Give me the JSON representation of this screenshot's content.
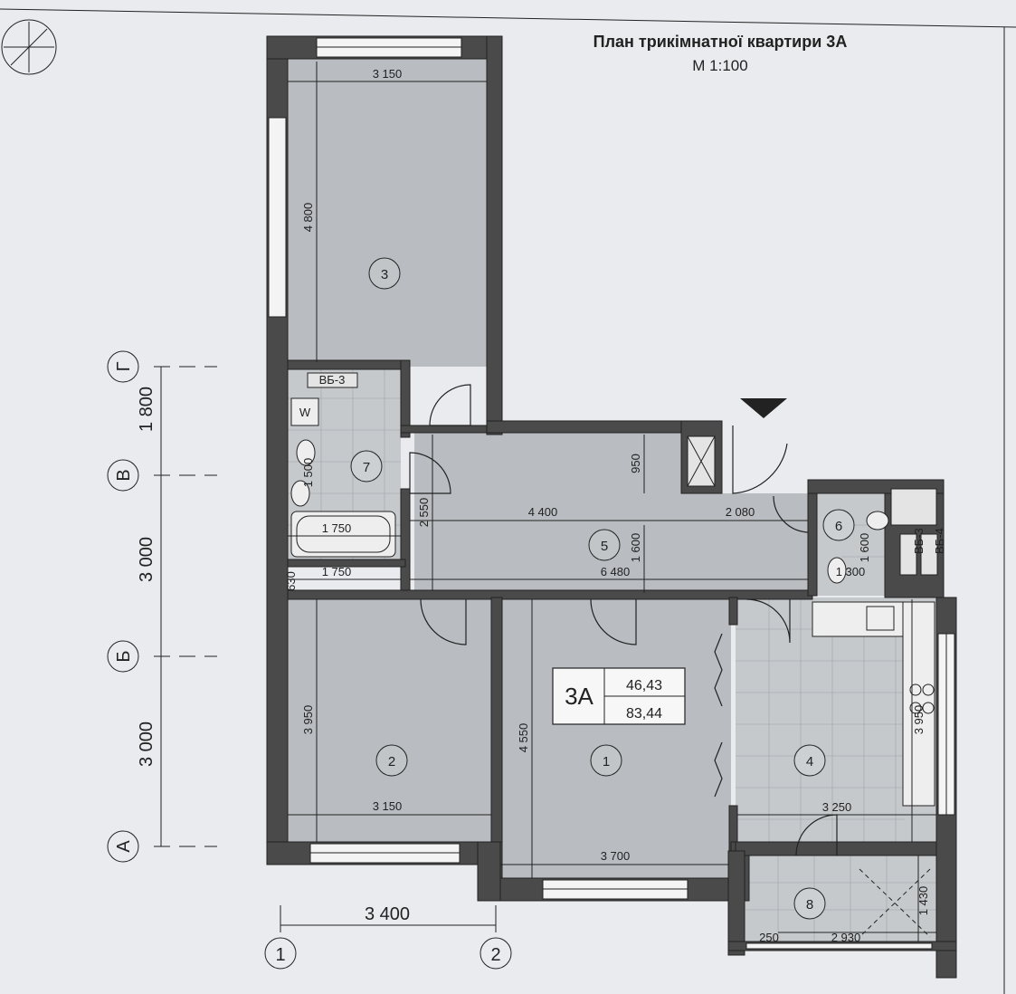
{
  "title": "План трикімнатної квартири 3А",
  "scale": "М 1:100",
  "apartment": {
    "label": "3А",
    "living_area": "46,43",
    "total_area": "83,44"
  },
  "rooms": [
    "1",
    "2",
    "3",
    "4",
    "5",
    "6",
    "7",
    "8"
  ],
  "axes": {
    "rows": [
      "Г",
      "В",
      "Б",
      "А"
    ],
    "cols": [
      "1",
      "2"
    ]
  },
  "axis_dims": {
    "row1": "1 800",
    "row2": "3 000",
    "row3": "3 000",
    "col": "3 400"
  },
  "dims": {
    "d3150_top": "3 150",
    "d4800": "4 800",
    "d3150_bot": "3 150",
    "d3950_left": "3 950",
    "d4550": "4 550",
    "d3700": "3 700",
    "d3250": "3 250",
    "d3950_right": "3 950",
    "d4400": "4 400",
    "d2080": "2 080",
    "d950": "950",
    "d1600": "1 600",
    "d6480": "6 480",
    "d2550": "2 550",
    "d1750_bath": "1 750",
    "d1750_bot": "1 750",
    "d630": "630",
    "d1500": "1 500",
    "d1600_wc": "1 600",
    "d1300": "1 300",
    "d250": "250",
    "d2930": "2 930",
    "d1430": "1 430"
  },
  "fixtures": {
    "vent1": "ВБ-3",
    "vent2": "ВБ-3",
    "vent3": "ВБ-4",
    "washer": "W"
  }
}
